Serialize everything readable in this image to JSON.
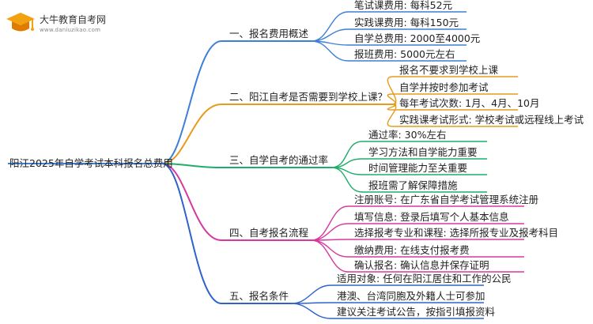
{
  "logo": {
    "title": "大牛教育自考网",
    "url": "www.daniuzikao.com"
  },
  "root": {
    "label": "阳江2025年自学考试本科报名总费用"
  },
  "colors": [
    "#3d7fd6",
    "#e89a1a",
    "#1fae6a",
    "#d6389e",
    "#2e63c9"
  ],
  "branches": [
    {
      "label": "一、报名费用概述",
      "children": [
        "笔试课费用: 每科52元",
        "实践课费用: 每科150元",
        "自学总费用: 2000至4000元",
        "报班费用: 5000元左右"
      ]
    },
    {
      "label": "二、阳江自考是否需要到学校上课？",
      "children": [
        "报名不要求到学校上课",
        "自学并按时参加考试",
        "每年考试次数: 1月、4月、10月",
        "实践课考试形式: 学校考试或远程线上考试"
      ]
    },
    {
      "label": "三、自学自考的通过率",
      "children": [
        "通过率: 30%左右",
        "学习方法和自学能力重要",
        "时间管理能力至关重要",
        "报班需了解保障措施"
      ]
    },
    {
      "label": "四、自考报名流程",
      "children": [
        "注册账号: 在广东省自学考试管理系统注册",
        "填写信息: 登录后填写个人基本信息",
        "选择报考专业和课程: 选择所报专业及报考科目",
        "缴纳费用: 在线支付报考费",
        "确认报名: 确认信息并保存证明"
      ]
    },
    {
      "label": "五、报名条件",
      "children": [
        "适用对象: 任何在阳江居住和工作的公民",
        "港澳、台湾同胞及外籍人士可参加",
        "建议关注考试公告，按指引填报资料"
      ]
    }
  ]
}
